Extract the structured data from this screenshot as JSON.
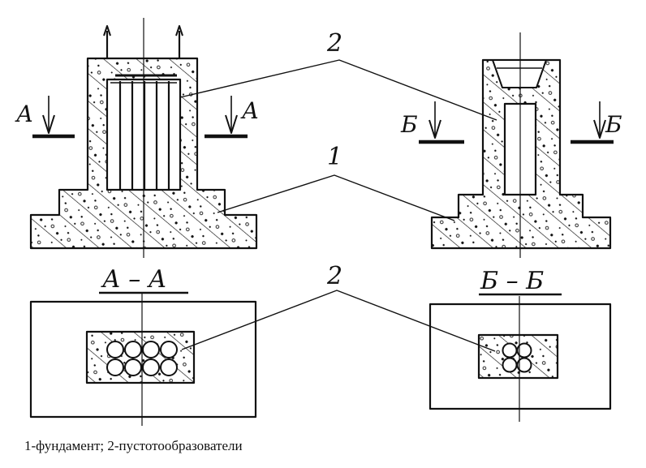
{
  "labels": {
    "callout_1": "1",
    "callout_2_top": "2",
    "callout_2_bottom": "2",
    "cut_a_left": "А",
    "cut_a_right": "А",
    "cut_b_left": "Б",
    "cut_b_right": "Б",
    "section_a": "А – А",
    "section_b": "Б – Б"
  },
  "caption": "1-фундамент; 2-пустотообразователи",
  "colors": {
    "ink": "#111111",
    "paper": "#ffffff"
  }
}
